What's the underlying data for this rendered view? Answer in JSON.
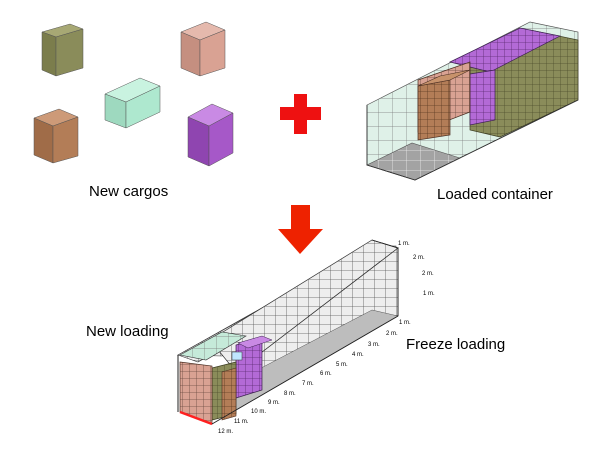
{
  "labels": {
    "new_cargos": "New cargos",
    "loaded_container": "Loaded container",
    "new_loading": "New loading",
    "freeze_loading": "Freeze loading"
  },
  "ticks": {
    "width_side": [
      "1 m.",
      "2 m.",
      "2 m.",
      "1 m."
    ],
    "length": [
      "1 m.",
      "2 m.",
      "3 m.",
      "4 m.",
      "5 m.",
      "6 m.",
      "7 m.",
      "8 m.",
      "9 m.",
      "10 m.",
      "11 m.",
      "12 m."
    ]
  },
  "colors": {
    "olive": "#8a8c5a",
    "pink": "#d9a293",
    "mint": "#aee8cf",
    "brown": "#b37d57",
    "purple": "#a658c8",
    "plus": "#ee1111",
    "arrow": "#ee2200",
    "grid_light": "#ececec",
    "floor": "#9a9a9a"
  }
}
